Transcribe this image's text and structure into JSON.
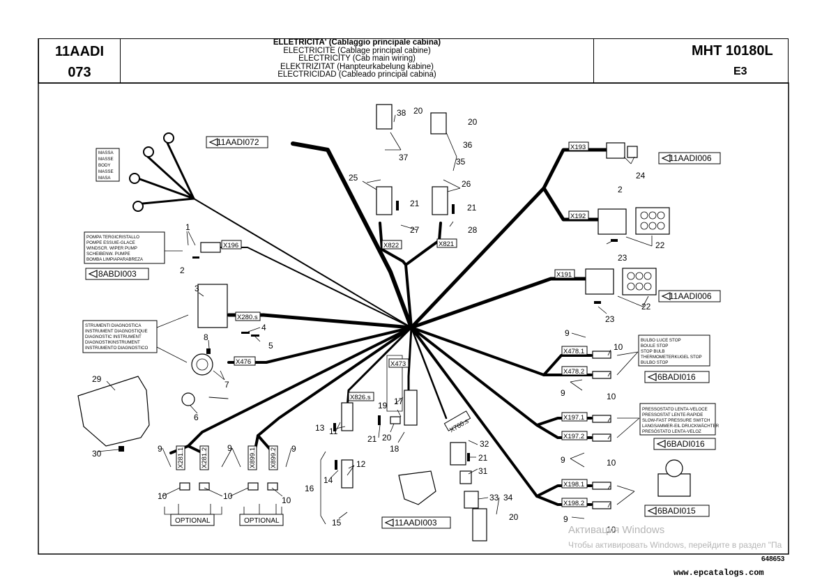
{
  "header": {
    "code_line1": "11AADI",
    "code_line2": "073",
    "titles": [
      "ELLETRICITA' (Cablaggio principale cabina)",
      "ELECTRICITE (Cablage principal cabine)",
      "ELECTRICITY (Cab main wiring)",
      "ELEKTRIZITAT (Hanpteurkabelung kabine)",
      "ELECTRICIDAD (Cableado principal cabina)"
    ],
    "model": "MHT 10180L",
    "variant": "E3"
  },
  "refs": {
    "r072": "11AADI072",
    "r006a": "11AADI006",
    "r006b": "11AADI006",
    "r8abdi": "8ABDI003",
    "r016a": "6BADI016",
    "r016b": "6BADI016",
    "r015": "6BADI015",
    "r003": "11AADI003"
  },
  "notes": {
    "ground": [
      "MASSA",
      "MASSE",
      "BODY",
      "MASSE",
      "MASA"
    ],
    "pump": [
      "POMPA TERGICRISTALLO",
      "POMPE ESSUIE-GLACE",
      "WINDSCR. WIPER PUMP",
      "SCHEIBENW. PUMPE",
      "BOMBA LIMPIAPARABREZA"
    ],
    "diag": [
      "STRUMENTI DIAGNOSTICA",
      "INSTRUMENT DIAGNOSTIQUE",
      "DIAGNOSTIC INSTRUMENT",
      "DIAGNOSTIKINSTRUMENT",
      "INSTRUMENTO DIAGNOSTICO"
    ],
    "stop": [
      "BULBO LUCE STOP",
      "BOULE STOP",
      "STOP BULB",
      "THERMOMETERKUGEL STOP",
      "BULBO STOP"
    ],
    "pressure": [
      "PRESSOSTATO LENTA-VELOCE",
      "PRESSOSTAT LENTE-RAPIDE",
      "SLOW-FAST PRESSURE SWITCH",
      "LANGSAMMER-EIL DRUCKWÄCHTER",
      "PRESÓSTATO LENTA-VELOZ"
    ]
  },
  "connectors": {
    "x822": "X822",
    "x821": "X821",
    "x196": "X196",
    "x280": "X280.s",
    "x476": "X476",
    "x193": "X193",
    "x192": "X192",
    "x191": "X191",
    "x4781": "X478.1",
    "x4782": "X478.2",
    "x1971": "X197.1",
    "x1972": "X197.2",
    "x1981": "X198.1",
    "x1982": "X198.2",
    "x473": "X473",
    "x826": "X826.s",
    "x760": "X760.s",
    "x2811": "X281.1",
    "x2812": "X281.2",
    "x8991": "X899.1",
    "x8992": "X899.2"
  },
  "callouts": {
    "c1": "1",
    "c2a": "2",
    "c3": "3",
    "c4": "4",
    "c5": "5",
    "c6": "6",
    "c7": "7",
    "c8": "8",
    "c9a": "9",
    "c9b": "9",
    "c9c": "9",
    "c9d": "9",
    "c9e": "9",
    "c9f": "9",
    "c9g": "9",
    "c10a": "10",
    "c10b": "10",
    "c10c": "10",
    "c10d": "10",
    "c10e": "10",
    "c10f": "10",
    "c10g": "10",
    "c11": "11",
    "c12": "12",
    "c13": "13",
    "c14": "14",
    "c15": "15",
    "c16": "16",
    "c17": "17",
    "c18": "18",
    "c19": "19",
    "c20a": "20",
    "c20b": "20",
    "c20c": "20",
    "c20d": "20",
    "c21a": "21",
    "c21b": "21",
    "c21c": "21",
    "c21d": "21",
    "c22a": "22",
    "c22b": "22",
    "c23a": "23",
    "c23b": "23",
    "c24": "24",
    "c2b": "2",
    "c25": "25",
    "c26": "26",
    "c27": "27",
    "c28": "28",
    "c29": "29",
    "c30": "30",
    "c31": "31",
    "c32": "32",
    "c33": "33",
    "c34": "34",
    "c35": "35",
    "c36": "36",
    "c37": "37",
    "c38": "38"
  },
  "optional": [
    "OPTIONAL",
    "OPTIONAL"
  ],
  "watermark": {
    "line1": "Активация Windows",
    "line2": "Чтобы активировать Windows, перейдите в раздел \"Па"
  },
  "footer": {
    "number": "648653",
    "site": "www.epcatalogs.com"
  }
}
